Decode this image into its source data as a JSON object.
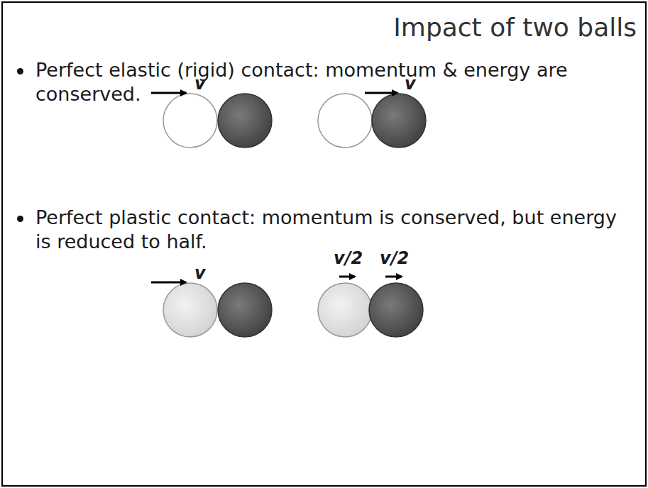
{
  "diagram": {
    "title": "Impact of two balls",
    "labels": [
      "Perfect elastic (rigid) contact: momentum & energy are conserved.",
      "v",
      "v",
      "Perfect plastic contact: momentum is conserved, but energy is reduced to half.",
      "v",
      "v/2",
      "v/2"
    ]
  }
}
